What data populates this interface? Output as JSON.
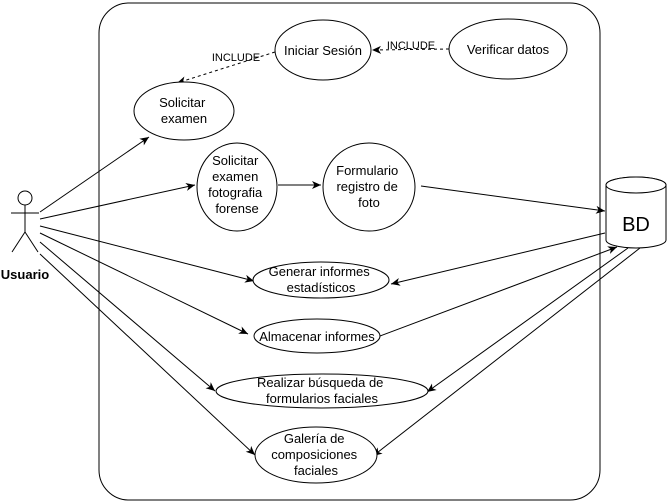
{
  "actor": {
    "label": "Usuario"
  },
  "database": {
    "label": "BD"
  },
  "use_cases": {
    "iniciar_sesion": [
      "Iniciar Sesión"
    ],
    "verificar_datos": [
      "Verificar datos"
    ],
    "solicitar_examen": [
      "Solicitar",
      "examen"
    ],
    "solicitar_examen_foto": [
      "Solicitar",
      "examen",
      "fotografia",
      "forense"
    ],
    "formulario_registro": [
      "Formulario",
      "registro de",
      "foto"
    ],
    "generar_informes": [
      "Generar informes",
      "estadísticos"
    ],
    "almacenar_informes": [
      "Almacenar informes"
    ],
    "realizar_busqueda": [
      "Realizar búsqueda de",
      "formularios faciales"
    ],
    "galeria": [
      "Galería de",
      "composiciones",
      "faciales"
    ]
  },
  "relations": {
    "include_1": "INCLUDE",
    "include_2": "INCLUDE"
  }
}
